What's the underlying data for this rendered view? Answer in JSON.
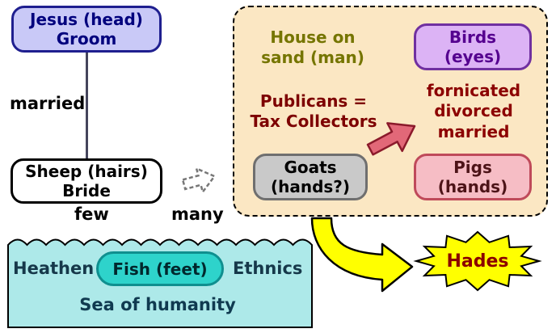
{
  "groom_box": {
    "line1": "Jesus (head)",
    "line2": "Groom"
  },
  "married_label": "married",
  "bride_box": {
    "line1": "Sheep (hairs)",
    "line2": "Bride"
  },
  "few_label": "few",
  "many_label": "many",
  "house_label": {
    "line1": "House on",
    "line2": "sand (man)"
  },
  "birds_box": {
    "line1": "Birds",
    "line2": "(eyes)"
  },
  "publicans_label": {
    "line1": "Publicans =",
    "line2": "Tax Collectors"
  },
  "sins_label": {
    "line1": "fornicated",
    "line2": "divorced",
    "line3": "married"
  },
  "goats_box": {
    "line1": "Goats",
    "line2": "(hands?)"
  },
  "pigs_box": {
    "line1": "Pigs",
    "line2": "(hands)"
  },
  "sea": {
    "heathen_label": "Heathen",
    "fish_label": "Fish (feet)",
    "ethnics_label": "Ethnics",
    "caption": "Sea of humanity"
  },
  "hades_label": "Hades",
  "colors": {
    "groom_fill": "#c9c9f7",
    "groom_border": "#1f1f8f",
    "groom_text": "#00007d",
    "dashed_box_fill": "#fbe7c3",
    "house_text": "#757500",
    "birds_fill": "#dcb3f5",
    "birds_border": "#7030a0",
    "birds_text": "#55008f",
    "maroon_text": "#7d0000",
    "goats_fill": "#c9c9c9",
    "goats_border": "#6f6f6f",
    "pigs_fill": "#f6bdc5",
    "pigs_border": "#bf4a5a",
    "red_arrow_fill": "#e26878",
    "red_arrow_border": "#8b1a2b",
    "sea_fill": "#ade9e9",
    "sea_text": "#16384a",
    "fish_fill": "#2ed3cb",
    "fish_border": "#0f8f8f",
    "hades_fill": "#ffff00",
    "hades_text": "#8b0000",
    "yellow_arrow_fill": "#ffff00"
  }
}
